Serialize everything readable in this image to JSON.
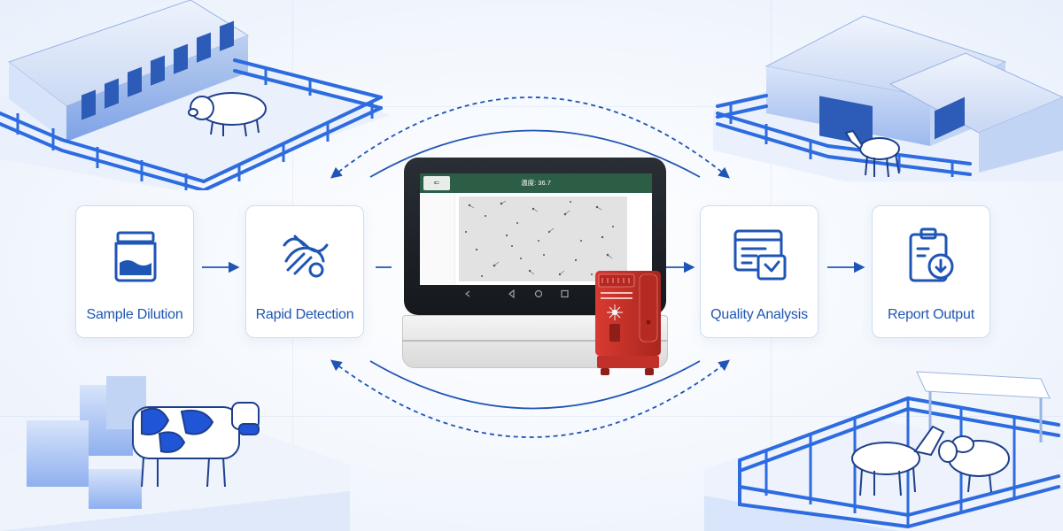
{
  "steps": [
    {
      "id": "sample-dilution",
      "label": "Sample Dilution",
      "icon": "container-liquid-icon"
    },
    {
      "id": "rapid-detection",
      "label": "Rapid Detection",
      "icon": "sperm-cell-icon"
    },
    {
      "id": "quality-analysis",
      "label": "Quality Analysis",
      "icon": "form-analysis-icon"
    },
    {
      "id": "report-output",
      "label": "Report Output",
      "icon": "clipboard-download-icon"
    }
  ],
  "device": {
    "screen_title": "温度: 36.7",
    "back_button": "⇐"
  },
  "colors": {
    "accent": "#1f55b4",
    "card_border": "#cfdcf1",
    "device_screen_bar": "#2c5e46",
    "analyzer_red": "#c8302a"
  },
  "animals": [
    "pig",
    "horse",
    "cow",
    "horse",
    "sheep"
  ]
}
